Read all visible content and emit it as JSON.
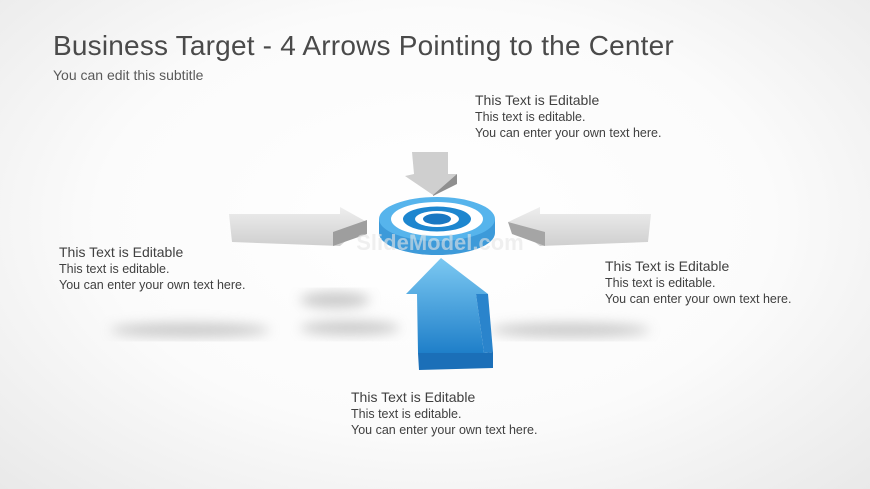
{
  "slide": {
    "title": "Business Target - 4 Arrows Pointing to the Center",
    "subtitle": "You can edit this subtitle"
  },
  "blocks": {
    "top": {
      "heading": "This Text  is Editable",
      "line1": "This text is editable.",
      "line2": "You can enter your own text here."
    },
    "left": {
      "heading": "This Text  is Editable",
      "line1": "This text is editable.",
      "line2": "You can enter your own text here."
    },
    "right": {
      "heading": "This Text  is Editable",
      "line1": "This text is editable.",
      "line2": "You can enter your own text here."
    },
    "bottom": {
      "heading": "This Text  is Editable",
      "line1": "This text is editable.",
      "line2": "You can enter your own text here."
    }
  },
  "watermark": "SlideModel.com",
  "colors": {
    "accent": "#2a8fd6",
    "accent_light": "#6cc3f0",
    "arrow_gray": "#d6d6d6"
  }
}
